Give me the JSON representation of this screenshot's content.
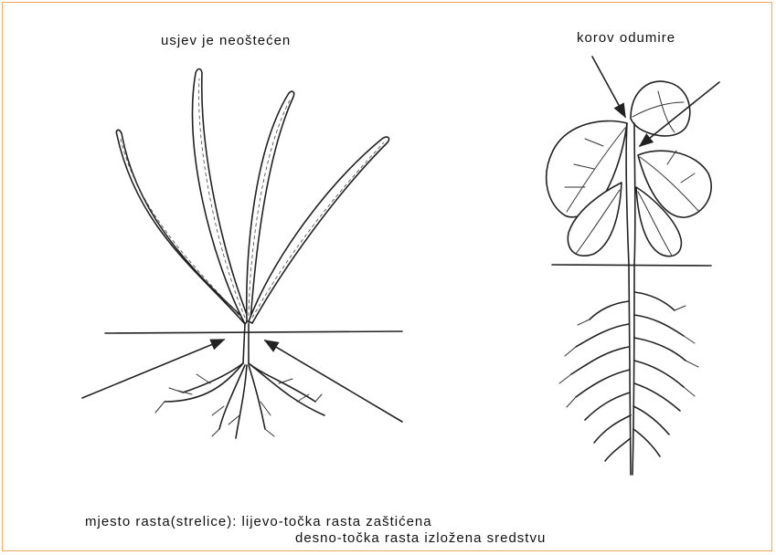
{
  "labels": {
    "left_title": "usjev je neoštećen",
    "right_title": "korov odumire",
    "caption_line1": "mjesto rasta(strelice): lijevo-točka rasta zaštićena",
    "caption_line2": "desno-točka rasta izložena sredstvu"
  },
  "colors": {
    "frame_border": "#f0a860",
    "ink": "#222222"
  }
}
